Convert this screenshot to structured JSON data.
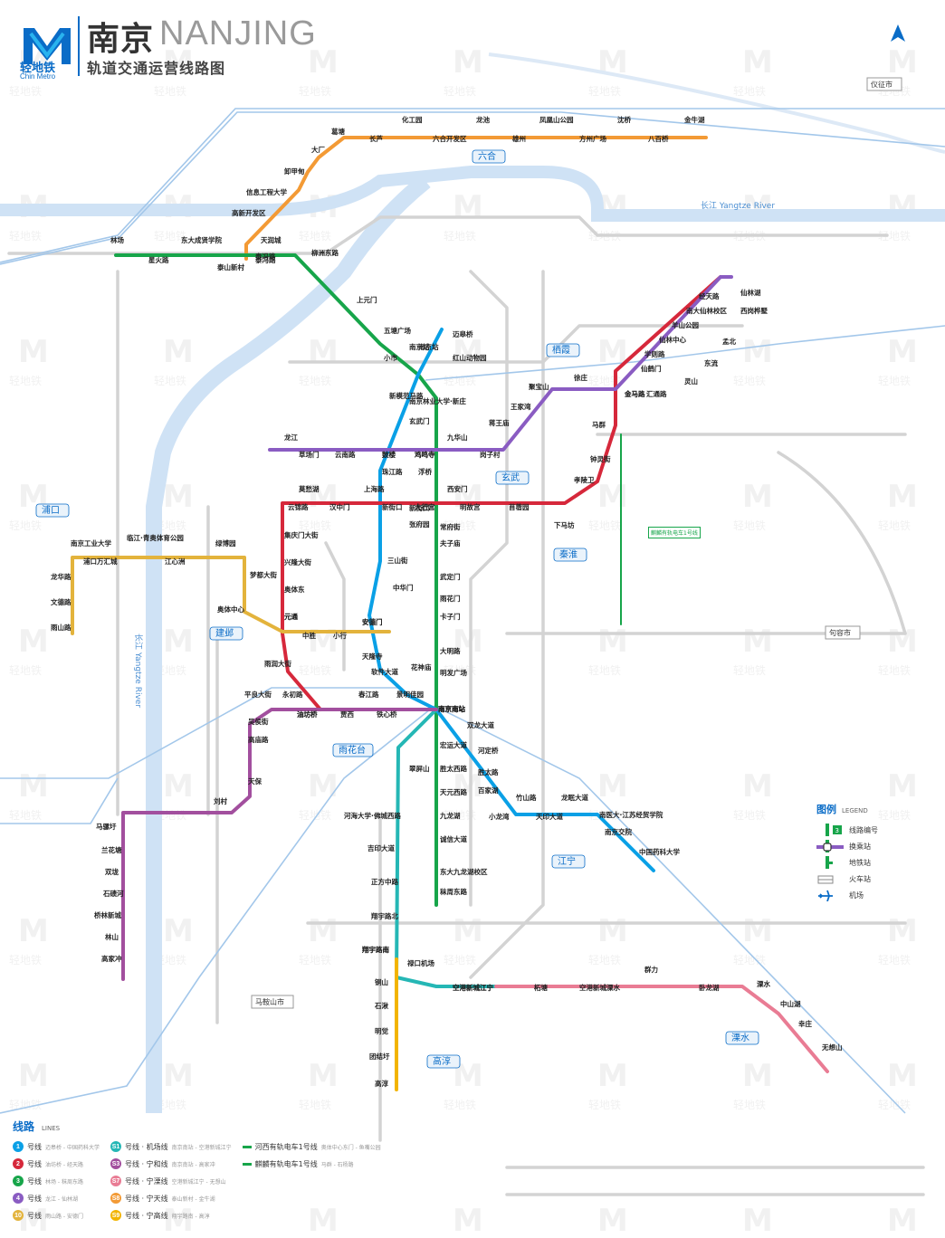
{
  "header": {
    "brand_cn": "轻地铁",
    "brand_en": "Chin Metro",
    "title_cn": "南京",
    "title_en": "NANJING",
    "subtitle": "轨道交通运营线路图"
  },
  "colors": {
    "line1": "#0aa0e6",
    "line2": "#d6283b",
    "line3": "#17a54a",
    "line4": "#8a5cc2",
    "line10": "#e3b33c",
    "lineS1": "#25b7b5",
    "lineS3": "#a24f9e",
    "lineS7": "#e97c94",
    "lineS8": "#f39a35",
    "lineS9": "#f2b400",
    "planned": "#cfcfcf",
    "river": "#a8cbea",
    "district": "#0a6cc7"
  },
  "districts": [
    {
      "name": "六合"
    },
    {
      "name": "浦口"
    },
    {
      "name": "栖霞"
    },
    {
      "name": "玄武"
    },
    {
      "name": "秦淮"
    },
    {
      "name": "建邺"
    },
    {
      "name": "雨花台"
    },
    {
      "name": "江宁"
    },
    {
      "name": "句容市"
    },
    {
      "name": "仪征市"
    },
    {
      "name": "马鞍山市"
    },
    {
      "name": "溧水"
    },
    {
      "name": "高淳"
    }
  ],
  "rivers": [
    {
      "name": "长江  Yangtze River"
    },
    {
      "name": "长江  Yangtze River"
    }
  ],
  "stations": {
    "line1": [
      "迈皋桥",
      "红山动物园",
      "南京站",
      "新模范马路",
      "玄武门",
      "鼓楼",
      "珠江路",
      "新街口",
      "张府园",
      "三山街",
      "中华门",
      "安德门",
      "天隆寺",
      "软件大道",
      "花神庙",
      "南京南站",
      "双龙大道",
      "河定桥",
      "胜太路",
      "百家湖",
      "小龙湾",
      "竹山路",
      "天印大道",
      "龙眠大道",
      "南医大·江苏经贸学院",
      "南京交院",
      "中国药科大学"
    ],
    "line2": [
      "油坊桥",
      "雨润大街",
      "元通",
      "奥体东",
      "兴隆大街",
      "集庆门大街",
      "云锦路",
      "莫愁湖",
      "汉中门",
      "上海路",
      "新街口",
      "大行宫",
      "西安门",
      "明故宫",
      "苜蓿园",
      "下马坊",
      "孝陵卫",
      "钟灵街",
      "马群",
      "金马路",
      "仙鹤门",
      "学则路",
      "仙林中心",
      "羊山公园",
      "南大仙林校区",
      "经天路"
    ],
    "line3": [
      "林场",
      "星火路",
      "东大成贤学院",
      "泰冯路",
      "天润城",
      "柳洲东路",
      "上元门",
      "五塘广场",
      "小市",
      "南京站",
      "南京林业大学·新庄",
      "鸡鸣寺",
      "浮桥",
      "大行宫",
      "常府街",
      "夫子庙",
      "武定门",
      "雨花门",
      "卡子门",
      "大明路",
      "明发广场",
      "南京南站",
      "宏运大道",
      "胜太西路",
      "天元西路",
      "九龙湖",
      "诚信大道",
      "东大九龙湖校区",
      "秣周东路"
    ],
    "line4": [
      "龙江",
      "草场门",
      "云南路",
      "鼓楼",
      "鸡鸣寺",
      "九华山",
      "岗子村",
      "蒋王庙",
      "王家湾",
      "聚宝山",
      "徐庄",
      "金马路",
      "汇通路",
      "灵山",
      "东流",
      "孟北",
      "西岗桦墅",
      "仙林湖"
    ],
    "line10": [
      "雨山路",
      "文德路",
      "龙华路",
      "南京工业大学",
      "浦口万汇城",
      "临江·青奥体育公园",
      "江心洲",
      "绿博园",
      "梦都大街",
      "奥体中心",
      "元通",
      "中胜",
      "小行",
      "安德门"
    ],
    "lineS1": [
      "南京南站",
      "翠屏山",
      "河海大学·佛城西路",
      "吉印大道",
      "正方中路",
      "翔宇路北",
      "翔宇路南",
      "禄口机场",
      "空港新城江宁"
    ],
    "lineS3": [
      "南京南站",
      "景明佳园",
      "铁心桥",
      "春江路",
      "贾西",
      "油坊桥",
      "永初路",
      "平良大街",
      "吴侯街",
      "高庙路",
      "天保",
      "刘村",
      "马骡圩",
      "兰花塘",
      "双垅",
      "石碛河",
      "桥林新城",
      "林山",
      "高家冲"
    ],
    "lineS7": [
      "空港新城江宁",
      "柘塘",
      "空港新城溧水",
      "群力",
      "卧龙湖",
      "溧水",
      "中山湖",
      "幸庄",
      "无想山"
    ],
    "lineS8": [
      "泰山新村",
      "泰冯路",
      "高新开发区",
      "信息工程大学",
      "卸甲甸",
      "大厂",
      "葛塘",
      "长芦",
      "化工园",
      "六合开发区",
      "龙池",
      "雄州",
      "凤凰山公园",
      "方州广场",
      "沈桥",
      "八百桥",
      "金牛湖"
    ],
    "lineS9": [
      "翔宇路南",
      "铜山",
      "石湫",
      "明觉",
      "团结圩",
      "高淳"
    ]
  },
  "legend": {
    "title": "图例",
    "title_en": "LEGEND",
    "items": [
      {
        "label": "线路编号"
      },
      {
        "label": "换乘站"
      },
      {
        "label": "地铁站"
      },
      {
        "label": "火车站"
      },
      {
        "label": "机场"
      }
    ],
    "sample_number": "3",
    "sample_interchange": "鸡鸣寺",
    "sample_station": "浮桥"
  },
  "lines_panel": {
    "title": "线路",
    "title_en": "LINES",
    "items": [
      {
        "num": "1",
        "label": "号线",
        "color": "#0aa0e6",
        "desc": "迈皋桥 - 中国药科大学"
      },
      {
        "num": "2",
        "label": "号线",
        "color": "#d6283b",
        "desc": "油坊桥 - 经天路"
      },
      {
        "num": "3",
        "label": "号线",
        "color": "#17a54a",
        "desc": "林场 - 秣周东路"
      },
      {
        "num": "4",
        "label": "号线",
        "color": "#8a5cc2",
        "desc": "龙江 - 仙林湖"
      },
      {
        "num": "10",
        "label": "号线",
        "color": "#e3b33c",
        "desc": "雨山路 - 安德门"
      },
      {
        "num": "S1",
        "label": "号线 · 机场线",
        "color": "#25b7b5",
        "desc": "南京南站 - 空港新城江宁"
      },
      {
        "num": "S3",
        "label": "号线 · 宁和线",
        "color": "#a24f9e",
        "desc": "南京南站 - 高家冲"
      },
      {
        "num": "S7",
        "label": "号线 · 宁溧线",
        "color": "#e97c94",
        "desc": "空港新城江宁 - 无想山"
      },
      {
        "num": "S8",
        "label": "号线 · 宁天线",
        "color": "#f39a35",
        "desc": "泰山新村 - 金牛湖"
      },
      {
        "num": "S9",
        "label": "号线 · 宁高线",
        "color": "#f2b400",
        "desc": "翔宇路南 - 高淳"
      },
      {
        "num": "",
        "label": "河西有轨电车1号线",
        "color": "#17a54a",
        "desc": "奥体中心东门 - 鱼嘴公园"
      },
      {
        "num": "",
        "label": "麒麟有轨电车1号线",
        "color": "#17a54a",
        "desc": "马群 - 石杨路"
      }
    ]
  },
  "tram_label": "麒麟有轨电车1号线",
  "city_labels": [
    "仪征市",
    "句容市",
    "马鞍山市"
  ]
}
